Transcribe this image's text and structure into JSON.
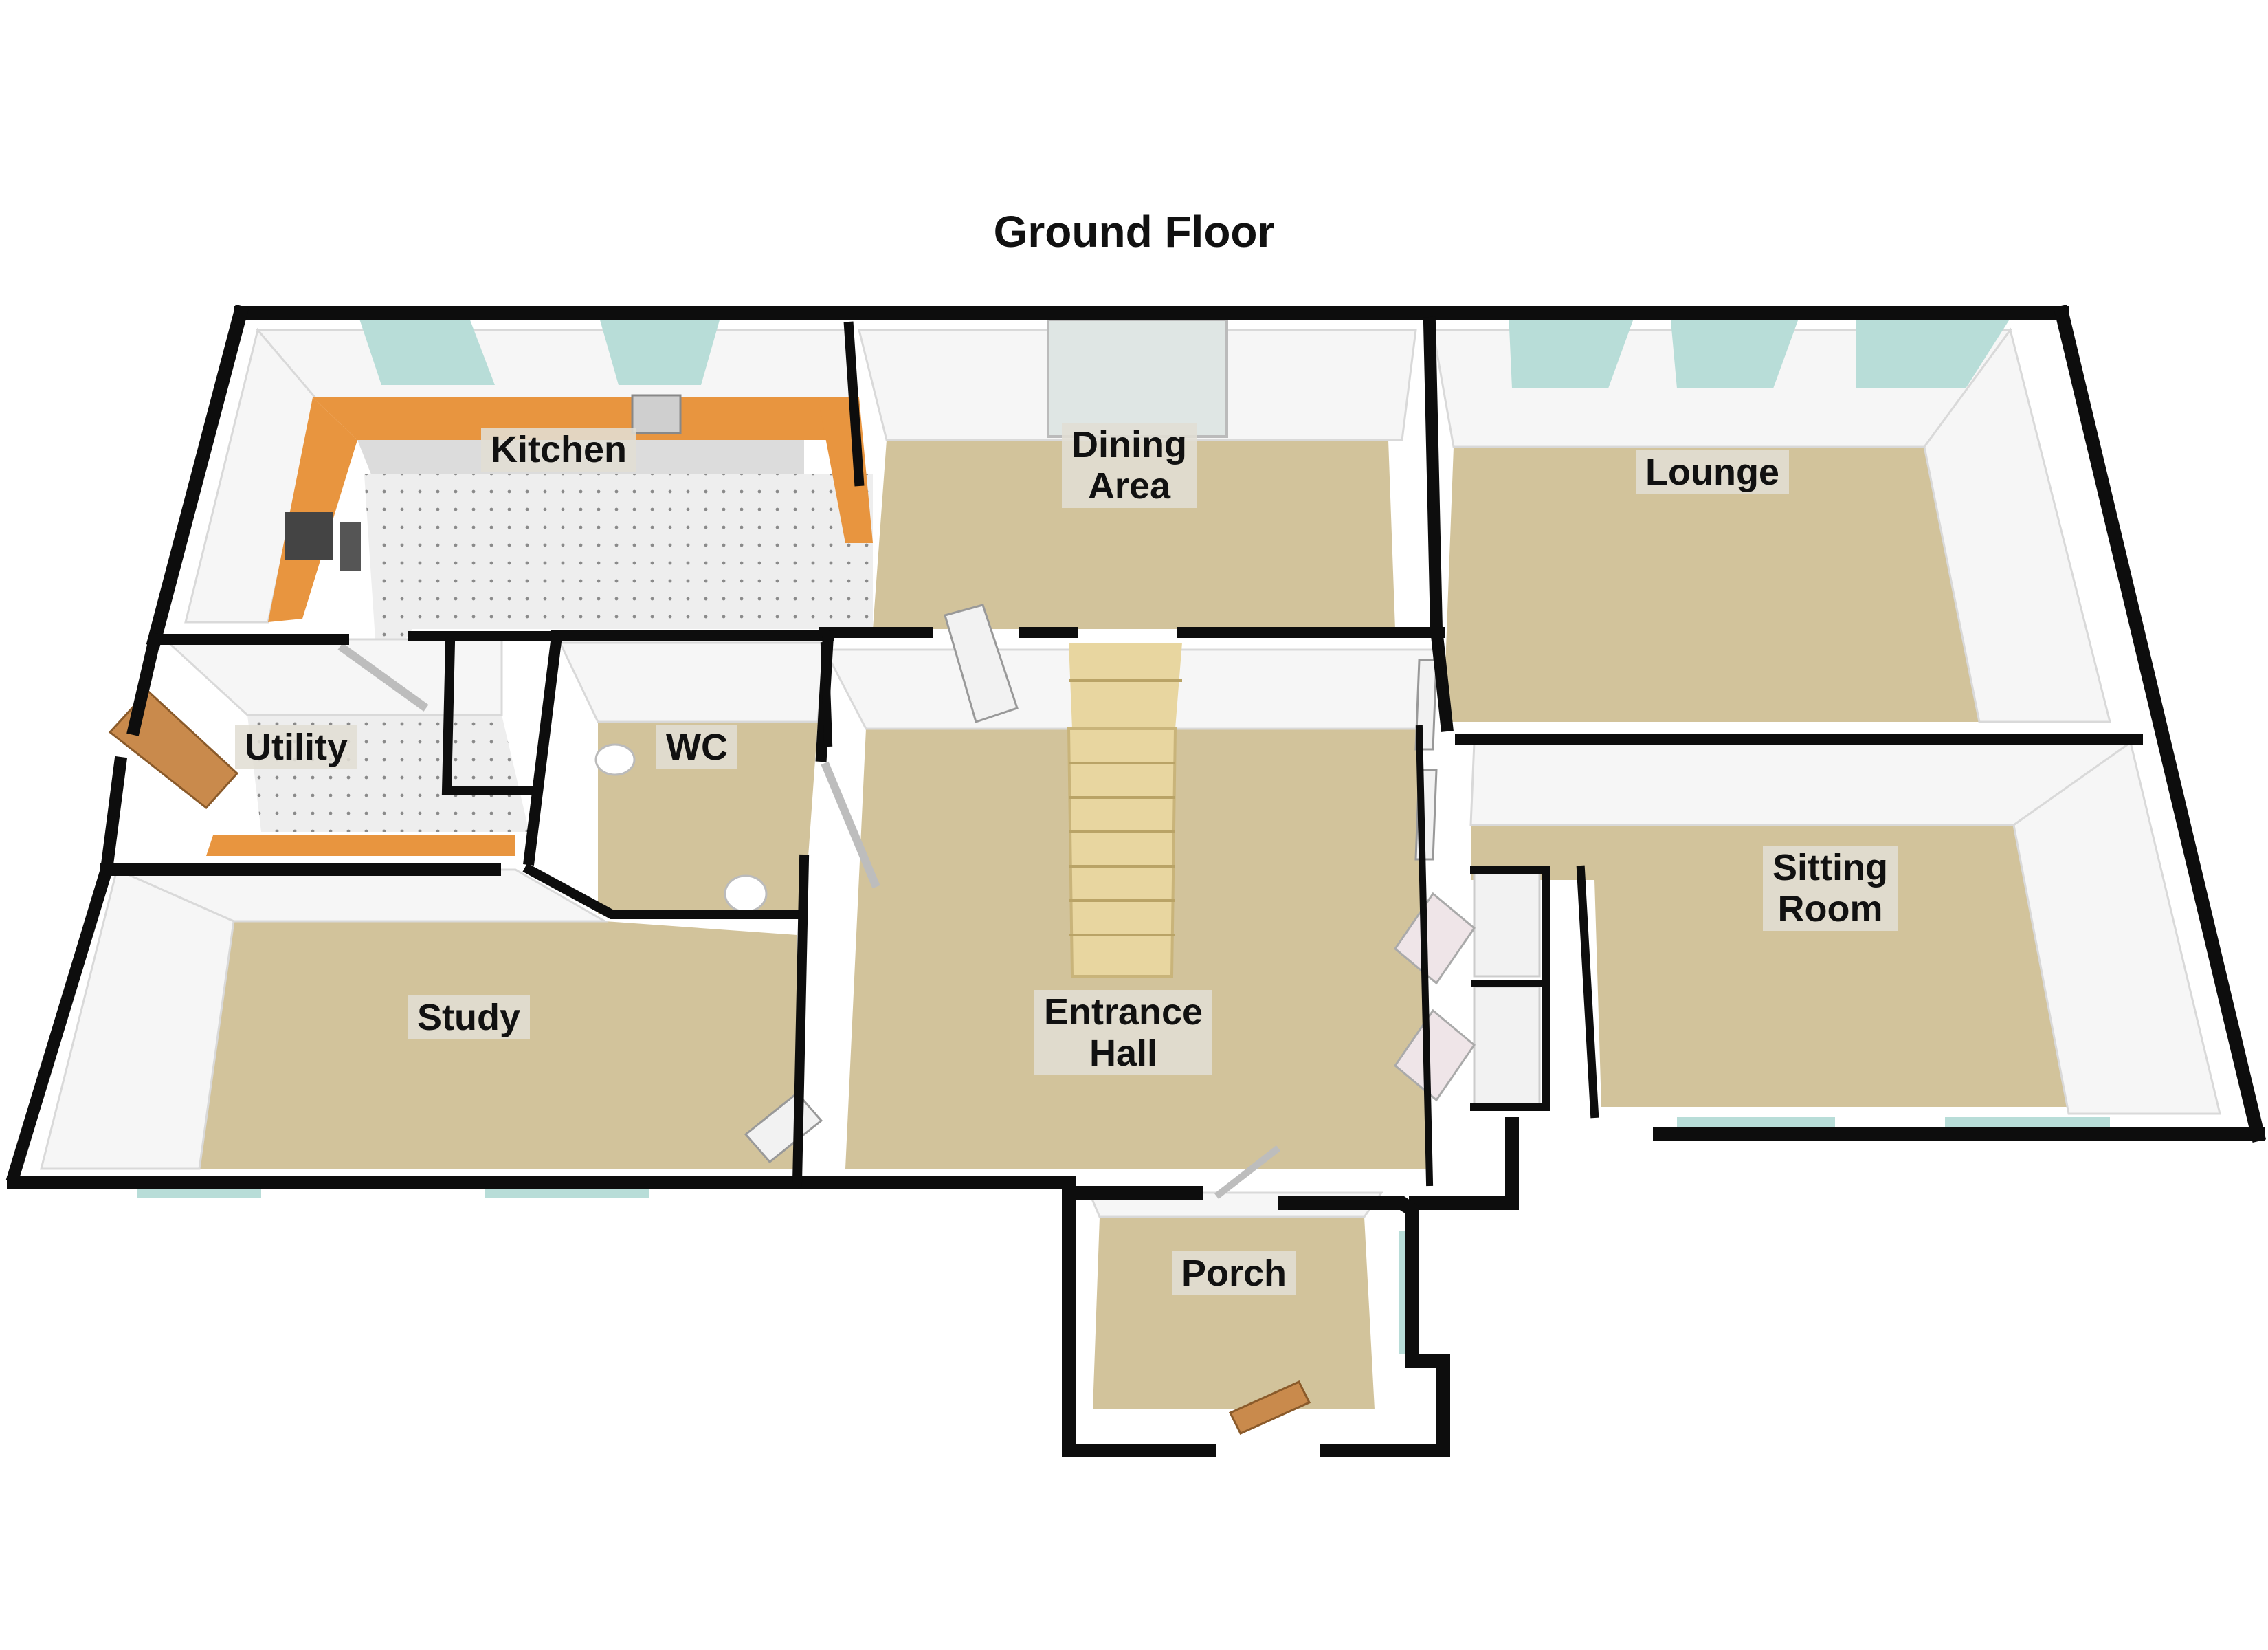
{
  "plan": {
    "title": "Ground Floor",
    "rooms": [
      {
        "id": "kitchen",
        "lines": [
          "Kitchen"
        ]
      },
      {
        "id": "dining-area",
        "lines": [
          "Dining",
          "Area"
        ]
      },
      {
        "id": "lounge",
        "lines": [
          "Lounge"
        ]
      },
      {
        "id": "utility",
        "lines": [
          "Utility"
        ]
      },
      {
        "id": "wc",
        "lines": [
          "WC"
        ]
      },
      {
        "id": "sitting-room",
        "lines": [
          "Sitting",
          "Room"
        ]
      },
      {
        "id": "study",
        "lines": [
          "Study"
        ]
      },
      {
        "id": "entrance-hall",
        "lines": [
          "Entrance",
          "Hall"
        ]
      },
      {
        "id": "porch",
        "lines": [
          "Porch"
        ]
      }
    ]
  },
  "colors": {
    "wall": "#0d0d0d",
    "inner_wall": "#f4f4f4",
    "carpet": "#d2c39b",
    "tile": "#eeeeee",
    "worktop": "#e8953f",
    "window": "#b8ddd8",
    "door": "#c98a4c",
    "stairs": "#e8d6a0"
  }
}
